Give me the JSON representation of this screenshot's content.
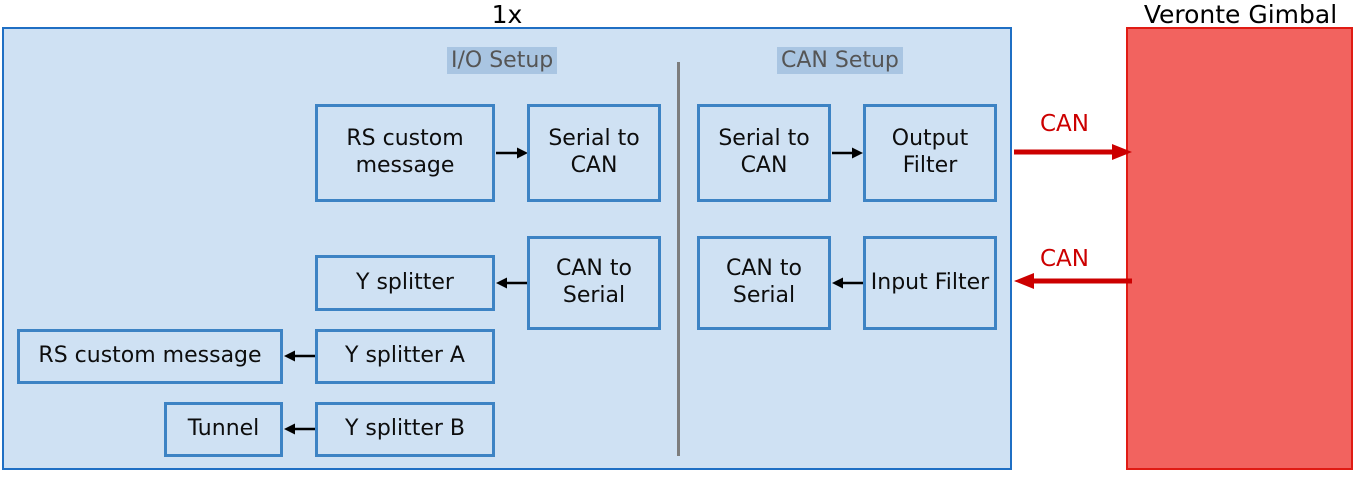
{
  "titles": {
    "local": "1x",
    "gimbal": "Veronte Gimbal"
  },
  "sections": {
    "io_setup": "I/O Setup",
    "can_setup": "CAN Setup"
  },
  "colors": {
    "panel_fill": "#cfe1f3",
    "panel_border": "#1f6fc4",
    "box_fill": "#cfe1f3",
    "box_border": "#3d83c4",
    "gimbal_fill": "#f2635f",
    "gimbal_border": "#e01b14",
    "header_text": "#555555",
    "header_highlight": "#a9c5e2",
    "divider": "#7d7d7d",
    "can_arrow": "#cc0000",
    "flow_arrow": "#000000"
  },
  "boxes": {
    "rs_custom_message_out": "RS custom message",
    "serial_to_can_io": "Serial to CAN",
    "serial_to_can_can": "Serial to CAN",
    "output_filter": "Output Filter",
    "y_splitter": "Y splitter",
    "can_to_serial_io": "CAN to Serial",
    "can_to_serial_can": "CAN to Serial",
    "input_filter": "Input Filter",
    "rs_custom_message_in": "RS custom message",
    "y_splitter_a": "Y splitter A",
    "tunnel": "Tunnel",
    "y_splitter_b": "Y splitter B"
  },
  "can_links": {
    "outbound_label": "CAN",
    "inbound_label": "CAN"
  }
}
